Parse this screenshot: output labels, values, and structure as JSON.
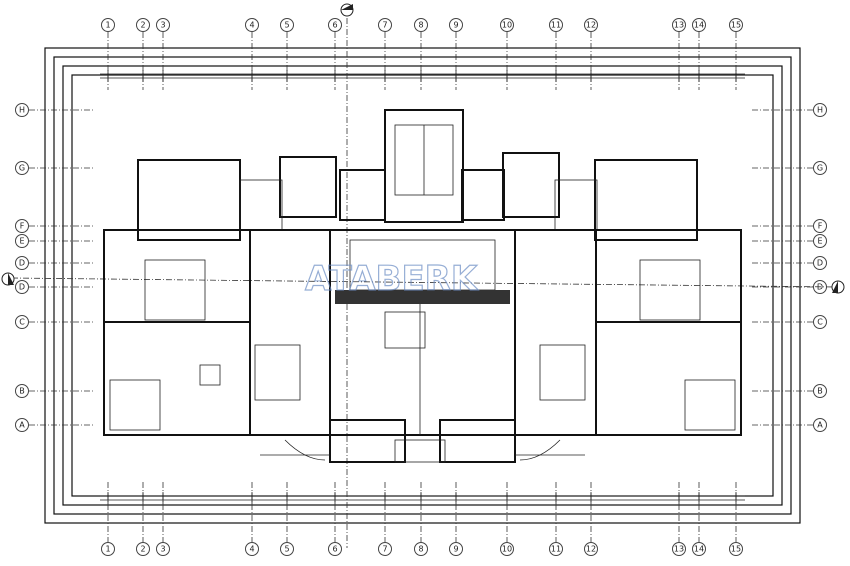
{
  "drawing": {
    "type": "architectural floor plan",
    "column_grid": [
      "1",
      "2",
      "3",
      "4",
      "5",
      "6",
      "7",
      "8",
      "9",
      "10",
      "11",
      "12",
      "13",
      "14",
      "15"
    ],
    "row_grid": [
      "H",
      "G",
      "F",
      "E",
      "D",
      "D",
      "C",
      "B",
      "A"
    ],
    "section_marker_top": "",
    "watermark": "ATABERK",
    "colors": {
      "lines": "#111111",
      "watermark": "#6b8cc4"
    }
  }
}
